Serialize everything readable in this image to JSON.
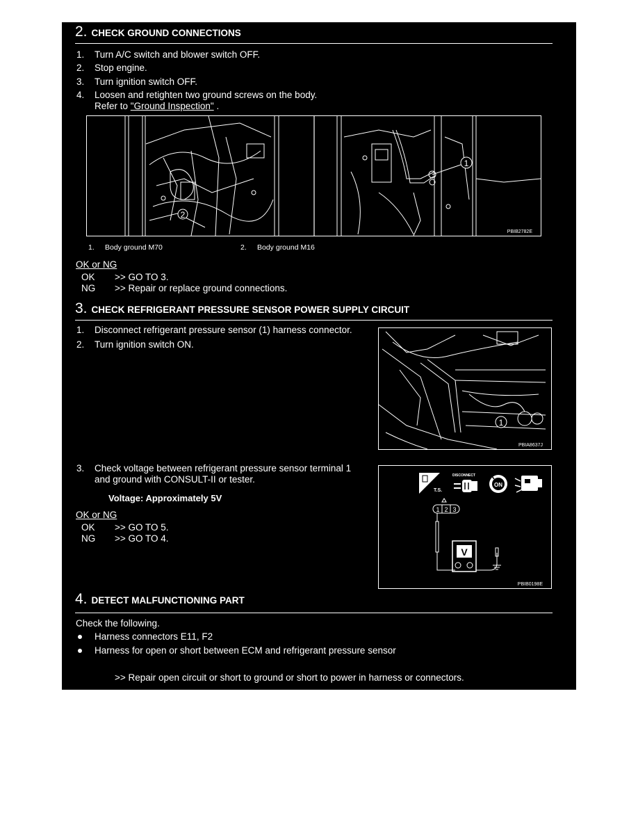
{
  "sections": {
    "s2": {
      "number": "2.",
      "title": "CHECK GROUND CONNECTIONS",
      "steps": [
        {
          "n": "1.",
          "text": "Turn A/C switch and blower switch OFF."
        },
        {
          "n": "2.",
          "text": "Stop engine."
        },
        {
          "n": "3.",
          "text": "Turn ignition switch OFF."
        },
        {
          "n": "4.",
          "text": "Loosen and retighten two ground screws on the body."
        }
      ],
      "refer_prefix": "Refer to ",
      "refer_link": "\"Ground Inspection\"",
      "refer_suffix": " .",
      "figure_id": "PBIB2782E",
      "callout_1": "1",
      "callout_2": "2",
      "captions": [
        {
          "n": "1.",
          "text": "Body ground M70"
        },
        {
          "n": "2.",
          "text": "Body ground M16"
        }
      ],
      "ok_ng_heading": "OK or NG",
      "results": [
        {
          "label": "OK",
          "text": ">> GO TO 3."
        },
        {
          "label": "NG",
          "text": ">> Repair or replace ground connections."
        }
      ]
    },
    "s3": {
      "number": "3.",
      "title": "CHECK REFRIGERANT PRESSURE SENSOR POWER SUPPLY CIRCUIT",
      "steps": [
        {
          "n": "1.",
          "text": "Disconnect refrigerant pressure sensor (1) harness connector."
        },
        {
          "n": "2.",
          "text": "Turn ignition switch ON."
        }
      ],
      "figure1_id": "PBIA8637J",
      "figure1_callout": "1",
      "step3_n": "3.",
      "step3_line1": "Check voltage between refrigerant pressure sensor terminal 1",
      "step3_line2": "and ground with CONSULT-II or tester.",
      "voltage": "Voltage: Approximately 5V",
      "ok_ng_heading": "OK or NG",
      "results": [
        {
          "label": "OK",
          "text": ">> GO TO 5."
        },
        {
          "label": "NG",
          "text": ">> GO TO 4."
        }
      ],
      "figure2_id": "PBIB0198E",
      "figure2_icons": {
        "ts": "T.S.",
        "disconnect": "DISCONNECT",
        "on": "ON"
      },
      "connector_terminals": [
        "1",
        "2",
        "3"
      ],
      "meter_label": "V"
    },
    "s4": {
      "number": "4.",
      "title": "DETECT MALFUNCTIONING PART",
      "intro": "Check the following.",
      "bullets": [
        "Harness connectors E11, F2",
        "Harness for open or short between ECM and refrigerant pressure sensor"
      ],
      "result": ">> Repair open circuit or short to ground or short to power in harness or connectors."
    }
  }
}
